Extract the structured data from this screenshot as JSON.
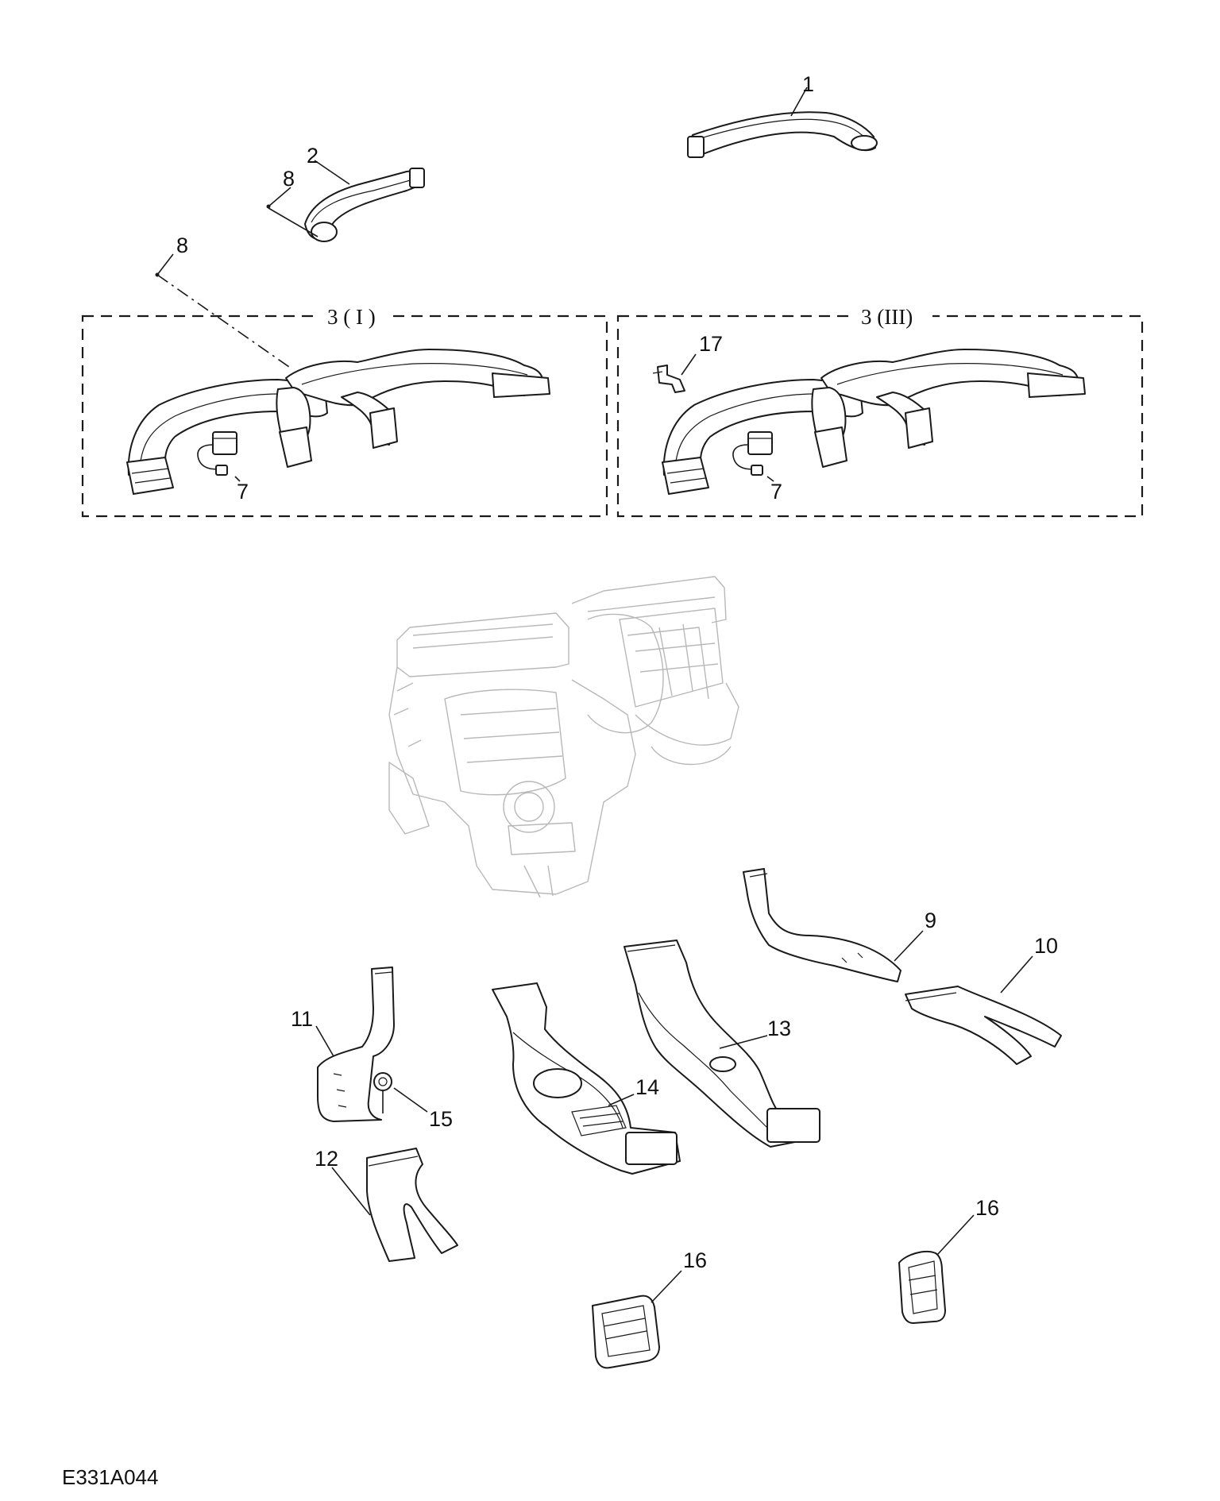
{
  "callouts": {
    "c1": "1",
    "c2": "2",
    "c8a": "8",
    "c8b": "8",
    "c7a": "7",
    "c7b": "7",
    "c17": "17",
    "c9": "9",
    "c10": "10",
    "c11": "11",
    "c12": "12",
    "c13": "13",
    "c14": "14",
    "c15": "15",
    "c16a": "16",
    "c16b": "16"
  },
  "groups": {
    "left_label": "3 ( I )",
    "right_label": "3 (III)"
  },
  "figure_code": "E331A044"
}
